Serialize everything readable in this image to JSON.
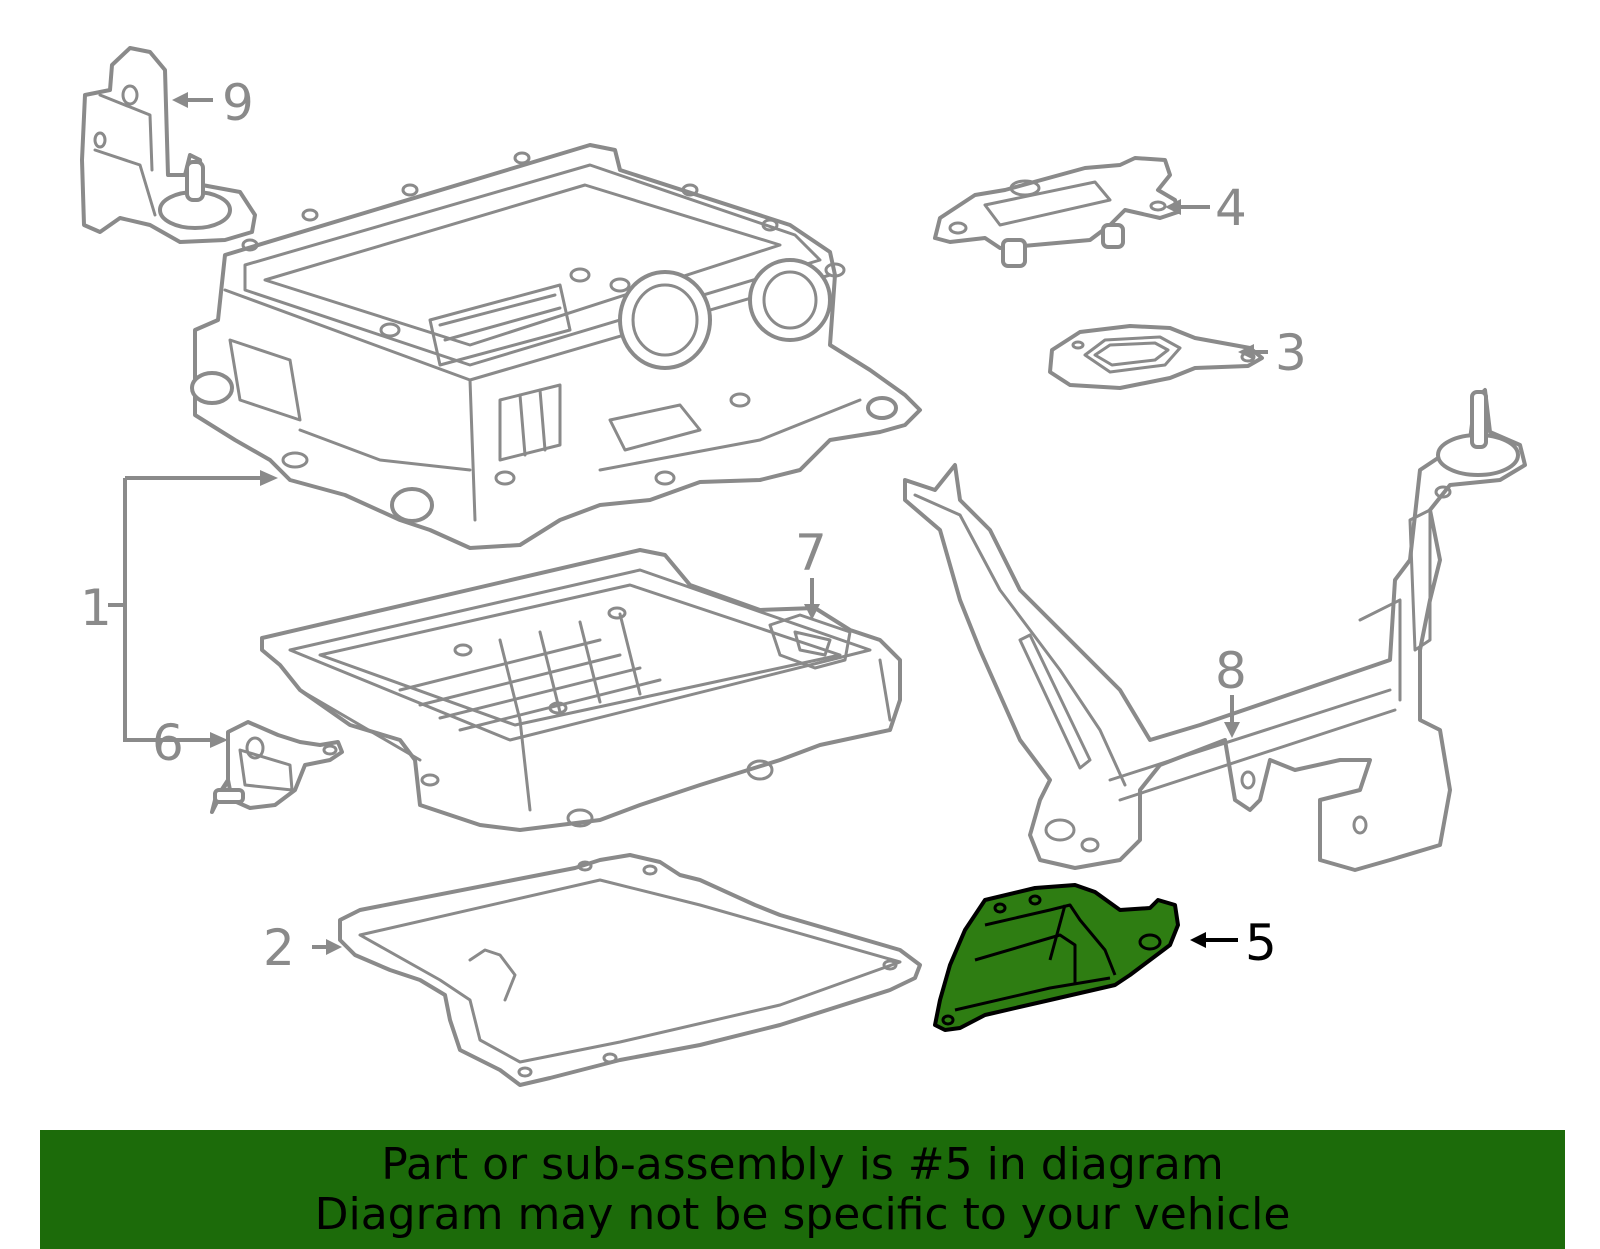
{
  "diagram": {
    "callouts": {
      "c1": "1",
      "c2": "2",
      "c3": "3",
      "c4": "4",
      "c5": "5",
      "c6": "6",
      "c7": "7",
      "c8": "8",
      "c9": "9"
    },
    "highlight_part": "5",
    "colors": {
      "highlight_fill": "#2e7d12",
      "banner": "#1c6b0a",
      "line_art": "#8a8a8a"
    }
  },
  "banner": {
    "line1": "Part or sub-assembly is #5 in diagram",
    "line2": "Diagram may not be specific to your vehicle"
  }
}
